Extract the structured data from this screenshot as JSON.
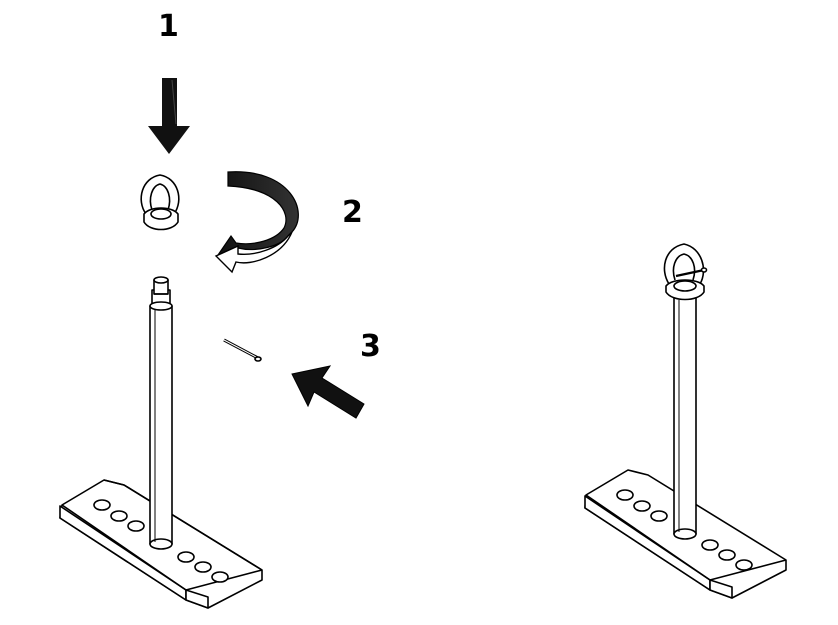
{
  "steps": [
    {
      "label": "1"
    },
    {
      "label": "2"
    },
    {
      "label": "3"
    }
  ],
  "colors": {
    "ink": "#000000",
    "paper": "#ffffff"
  },
  "icons": {
    "step1": "down-arrow-icon",
    "step2": "rotate-arrow-icon",
    "step3": "diagonal-arrow-icon"
  }
}
